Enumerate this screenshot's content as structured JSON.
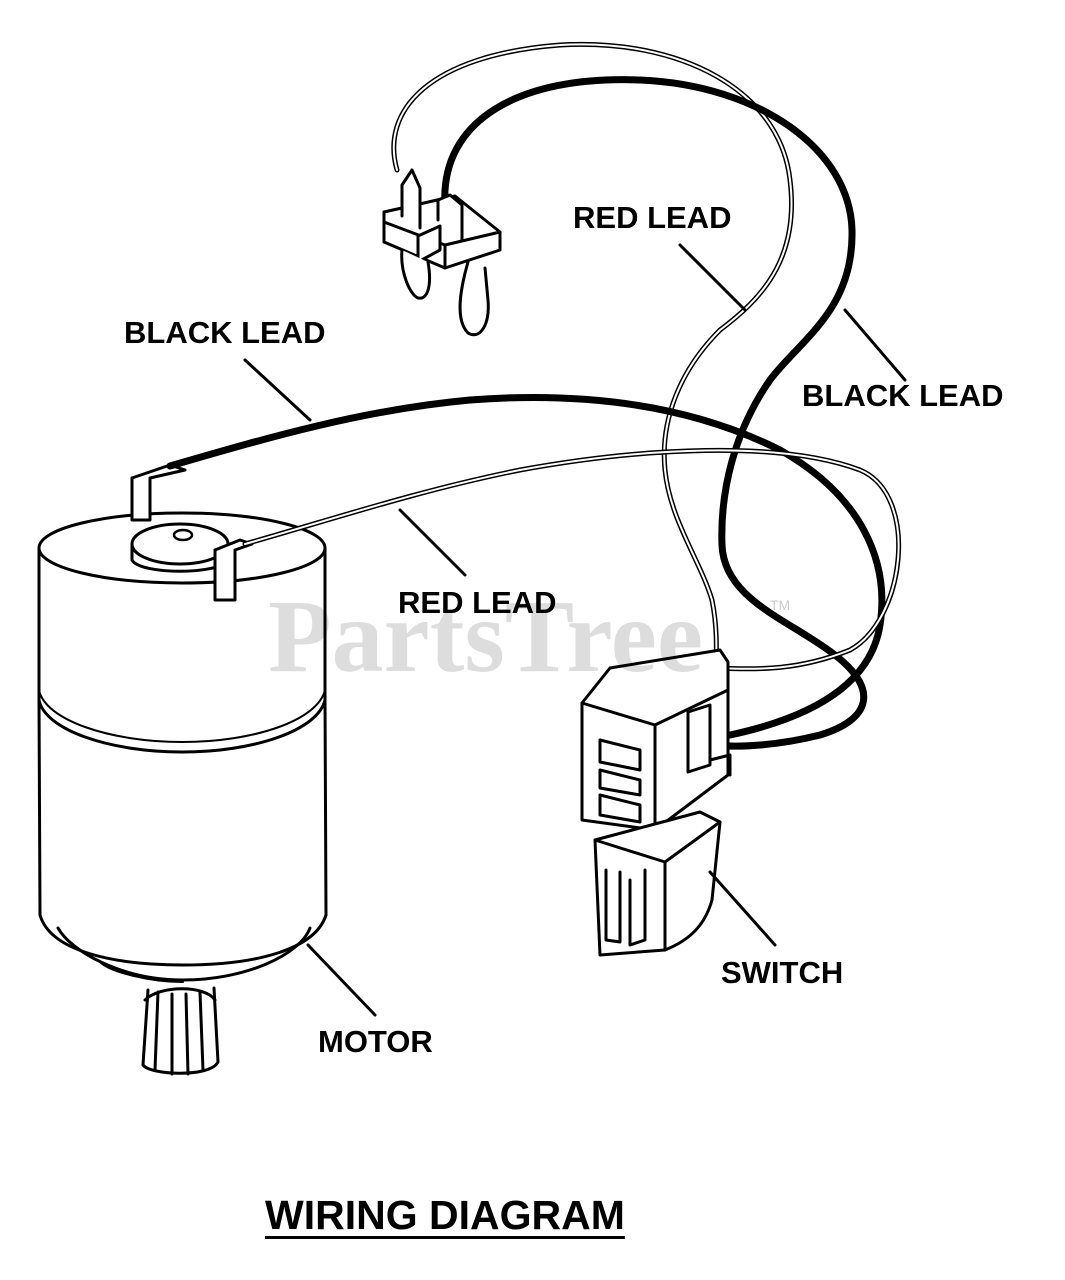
{
  "diagram": {
    "title": "WIRING DIAGRAM",
    "labels": {
      "red_lead_top": "RED LEAD",
      "black_lead_right": "BLACK LEAD",
      "black_lead_left": "BLACK LEAD",
      "red_lead_center": "RED LEAD",
      "switch": "SWITCH",
      "motor": "MOTOR"
    },
    "components": [
      "motor",
      "switch",
      "terminal-connector",
      "red-lead",
      "black-lead"
    ]
  },
  "watermark": {
    "text": "PartsTree",
    "trademark": "TM"
  },
  "colors": {
    "line": "#000000",
    "background": "#ffffff"
  }
}
